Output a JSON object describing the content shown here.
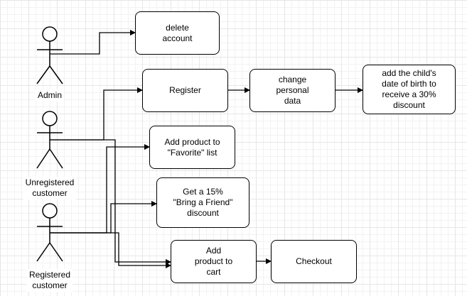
{
  "actors": {
    "admin": "Admin",
    "unregistered": "Unregistered\ncustomer",
    "registered": "Registered\ncustomer"
  },
  "use_cases": {
    "delete_account": "delete\naccount",
    "register": "Register",
    "change_personal_data": "change\npersonal\ndata",
    "add_child_dob": "add the child's\ndate of birth to\nreceive a 30%\ndiscount",
    "add_to_favorite": "Add product to\n\"Favorite\" list",
    "bring_a_friend": "Get a 15%\n\"Bring a Friend\"\ndiscount",
    "add_to_cart": "Add\nproduct to\ncart",
    "checkout": "Checkout"
  },
  "colors": {
    "stroke": "#000000",
    "box_fill": "#ffffff",
    "grid": "#e6e6e6"
  }
}
